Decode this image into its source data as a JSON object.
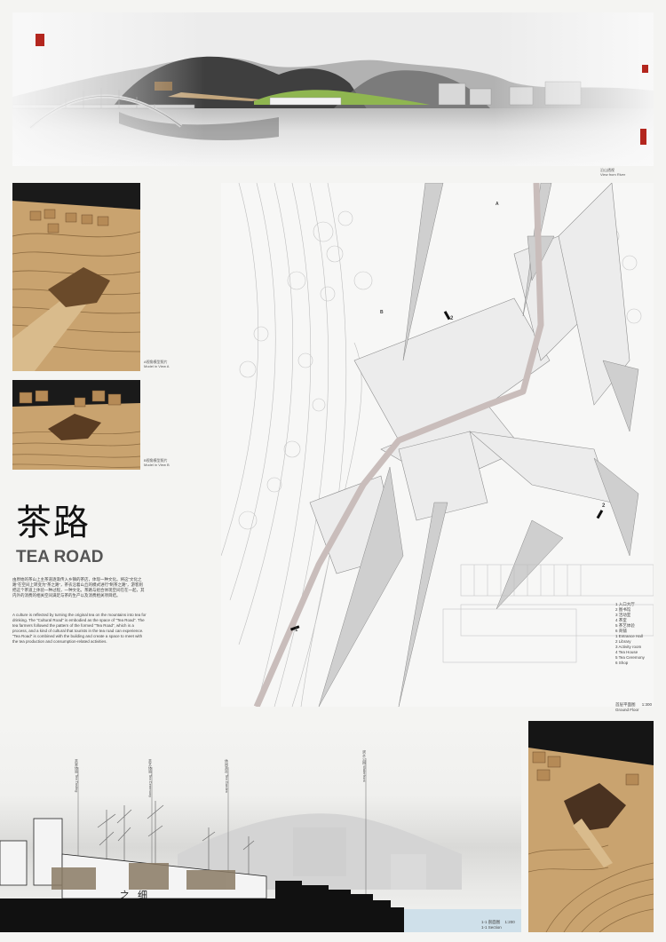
{
  "panorama": {
    "caption_cn": "沿山透视",
    "caption_en": "View from River"
  },
  "photo_a": {
    "caption_cn": "A视角模型照片",
    "caption_en": "Model in View A"
  },
  "photo_b": {
    "caption_cn": "B视角模型照片",
    "caption_en": "Model in View B"
  },
  "title": {
    "cn": "茶路",
    "en": "TEA ROAD"
  },
  "description": {
    "cn": "由原始的茶山上主茶道逐渐传入乡镇的茶店，体现一种文化。将这“文化之路”在空间上转变为“茶之路”，茶农沿着山丘的模式进行“制茶之路”，游客则把这个茶道上体验一种过程，一种文化。茶路与组合体现空间在在一起，其内外的消费的相关空间满足与茶的生产以及消费相关项目结。",
    "en": "A culture is reflected by turning the original tea on the mountains into tea for drinking. The “Cultural Road” is embodied as the space of “Tea Road”. The tea farmers followed the pattern of the formed “Tea Road”, which is a process, and a kind of cultural that tourists in the tea road can experience. “Tea Road” is combined with the building and create a space to meet with the tea production and consumption-related activities."
  },
  "plan": {
    "markers": [
      "1",
      "1",
      "2",
      "2",
      "A",
      "B"
    ],
    "legend_cn": [
      "1  入口大厅",
      "2  图书馆",
      "3  活动室",
      "4  茶室",
      "5  茶艺体验",
      "6  商铺"
    ],
    "legend_en": [
      "1  Entrance Hall",
      "2  Library",
      "3  Activity room",
      "4  Tea House",
      "5  Tea Ceremony",
      "6  Shop"
    ],
    "caption_cn": "首层平面图",
    "scale": "1:300",
    "caption_en": "Ground Floor"
  },
  "section": {
    "labels": [
      {
        "cn": "茶室体验",
        "en": "Tea Tasting"
      },
      {
        "cn": "茶艺体验",
        "en": "Tea Ceremony"
      },
      {
        "cn": "休闲茶社",
        "en": "Tea Garden"
      },
      {
        "cn": "滨水公园",
        "en": "Waterfront"
      }
    ],
    "caption_cn": "1-1  剖面图",
    "scale": "1:200",
    "caption_en": "1-1  Section"
  },
  "colors": {
    "seal": "#b3261e",
    "road": "#c9bdbb",
    "wood": "#c9a36f",
    "green_roof": "#7fae3e"
  }
}
